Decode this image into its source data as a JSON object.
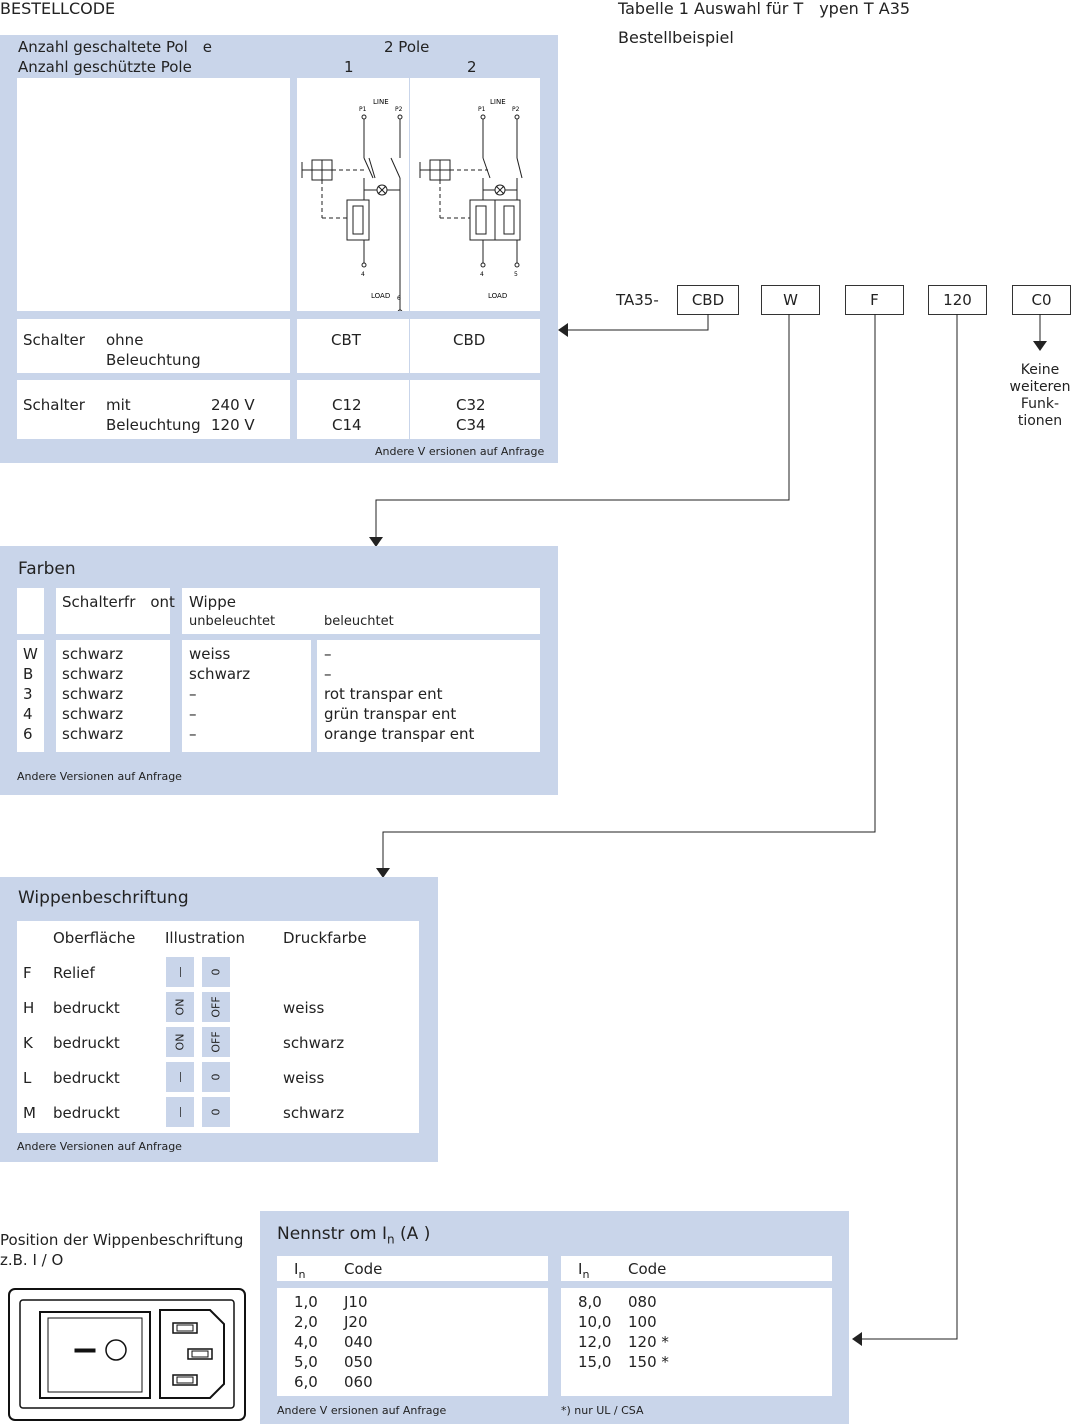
{
  "page_title": "BESTELLCODE",
  "table_title": "Tabelle 1 Auswahl für T ypen T A35",
  "example_label": "Bestellbeispiel",
  "order_code": {
    "prefix": "TA35-",
    "parts": [
      "CBD",
      "W",
      "F",
      "120",
      "C0"
    ],
    "c0_note": [
      "Keine",
      "weiteren",
      "Funk-",
      "tionen"
    ]
  },
  "poles": {
    "row1_label": "Anzahl geschaltete Pol e",
    "row1_value": "2 Pole",
    "row2_label": "Anzahl geschützte Pole",
    "col1": "1",
    "col2": "2",
    "diagram_labels": {
      "line": "LINE",
      "load": "LOAD",
      "p1": "P1",
      "p2": "P2",
      "t4": "4",
      "t6": "6",
      "t5": "5"
    },
    "switch_no_light": {
      "label": "Schalter",
      "sub1": "ohne",
      "sub2": "Beleuchtung",
      "v1": "CBT",
      "v2": "CBD"
    },
    "switch_light": {
      "label": "Schalter",
      "sub1": "mit",
      "sub2": "Beleuchtung",
      "volt1": "240  V",
      "volt2": "120  V",
      "v1a": "C12",
      "v1b": "C14",
      "v2a": "C32",
      "v2b": "C34"
    },
    "note": "Andere V ersionen auf Anfrage"
  },
  "farben": {
    "title": "Farben",
    "col_front": "Schalterfr ont",
    "col_wippe": "Wippe",
    "col_unlit": "unbeleuchtet",
    "col_lit": "beleuchtet",
    "rows": [
      {
        "code": "W",
        "front": "schwarz",
        "unlit": "weiss",
        "lit": "–"
      },
      {
        "code": "B",
        "front": "schwarz",
        "unlit": "schwarz",
        "lit": "–"
      },
      {
        "code": "3",
        "front": "schwarz",
        "unlit": "–",
        "lit": "rot transpar ent"
      },
      {
        "code": "4",
        "front": "schwarz",
        "unlit": "–",
        "lit": "grün transpar ent"
      },
      {
        "code": "6",
        "front": "schwarz",
        "unlit": "–",
        "lit": "orange transpar  ent"
      }
    ],
    "note": "Andere Versionen auf Anfrage"
  },
  "wippen": {
    "title": "Wippenbeschriftung",
    "col_surface": "Oberfläche",
    "col_illustration": "Illustration",
    "col_print": "Druckfarbe",
    "rows": [
      {
        "code": "F",
        "surface": "Relief",
        "i1": "—",
        "i2": "0",
        "print": ""
      },
      {
        "code": "H",
        "surface": "bedruckt",
        "i1": "ON",
        "i2": "OFF",
        "print": "weiss"
      },
      {
        "code": "K",
        "surface": "bedruckt",
        "i1": "ON",
        "i2": "OFF",
        "print": "schwarz"
      },
      {
        "code": "L",
        "surface": "bedruckt",
        "i1": "—",
        "i2": "0",
        "print": "weiss"
      },
      {
        "code": "M",
        "surface": "bedruckt",
        "i1": "—",
        "i2": "0",
        "print": "schwarz"
      }
    ],
    "note": "Andere Versionen auf Anfrage"
  },
  "position": {
    "line1": "Position der  Wippenbeschriftung",
    "line2": "z.B. I /   O"
  },
  "nennstrom": {
    "title_pre": "Nennstr  om  I",
    "title_sub": "n",
    "title_post": " (A )",
    "col_i": "I",
    "col_i_sub": "n",
    "col_code": "Code",
    "left_rows": [
      {
        "i": "1,0",
        "code": "J10"
      },
      {
        "i": "2,0",
        "code": "J20"
      },
      {
        "i": "4,0",
        "code": "040"
      },
      {
        "i": "5,0",
        "code": "050"
      },
      {
        "i": "6,0",
        "code": "060"
      }
    ],
    "right_rows": [
      {
        "i": "8,0",
        "code": "080"
      },
      {
        "i": "10,0",
        "code": "100"
      },
      {
        "i": "12,0",
        "code": "120 *"
      },
      {
        "i": "15,0",
        "code": "150 *"
      }
    ],
    "note": "Andere V ersionen auf Anfrage",
    "footnote": "*) nur UL / CSA"
  }
}
